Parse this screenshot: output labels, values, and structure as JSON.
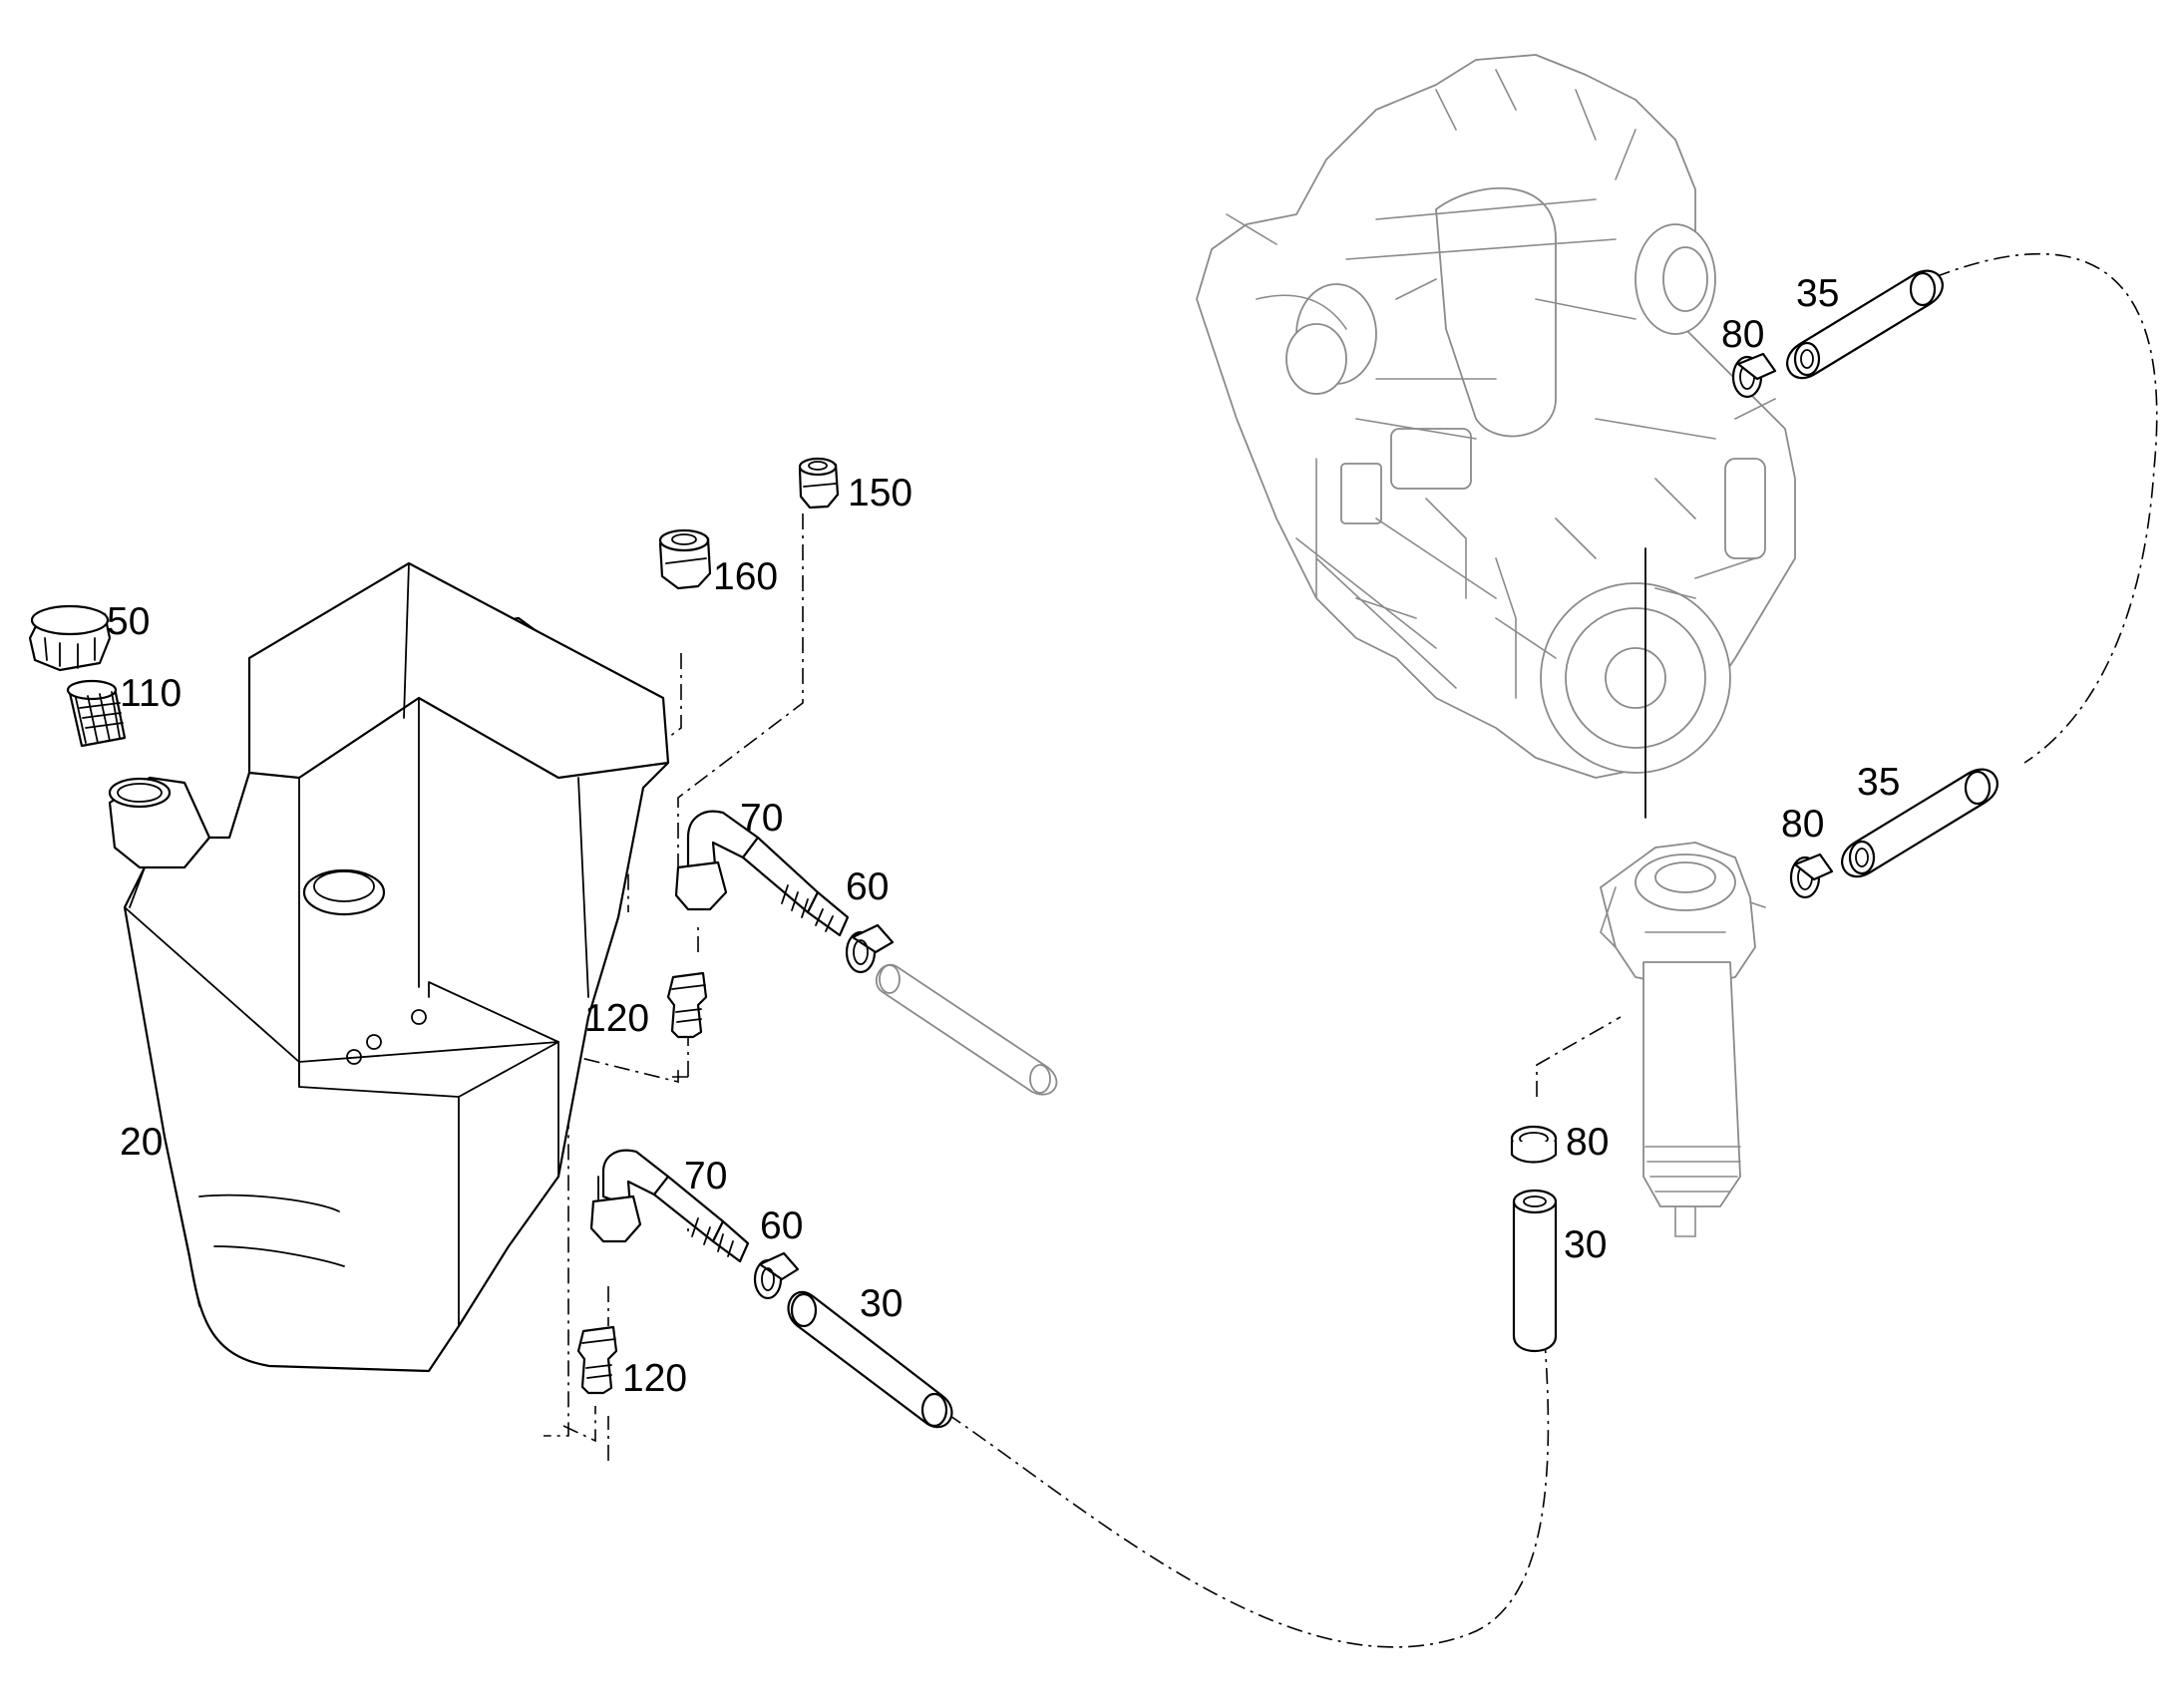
{
  "callouts": [
    {
      "id": "c35a",
      "text": "35"
    },
    {
      "id": "c80a",
      "text": "80"
    },
    {
      "id": "c150",
      "text": "150"
    },
    {
      "id": "c160",
      "text": "160"
    },
    {
      "id": "c50",
      "text": "50"
    },
    {
      "id": "c110",
      "text": "110"
    },
    {
      "id": "c70a",
      "text": "70"
    },
    {
      "id": "c60a",
      "text": "60"
    },
    {
      "id": "c120a",
      "text": "120"
    },
    {
      "id": "c20",
      "text": "20"
    },
    {
      "id": "c35b",
      "text": "35"
    },
    {
      "id": "c80b",
      "text": "80"
    },
    {
      "id": "c80c",
      "text": "80"
    },
    {
      "id": "c30a",
      "text": "30"
    },
    {
      "id": "c70b",
      "text": "70"
    },
    {
      "id": "c60b",
      "text": "60"
    },
    {
      "id": "c30b",
      "text": "30"
    },
    {
      "id": "c120b",
      "text": "120"
    }
  ],
  "colors": {
    "ink": "#000000",
    "engine": "#8a8a8a",
    "background": "#ffffff"
  }
}
